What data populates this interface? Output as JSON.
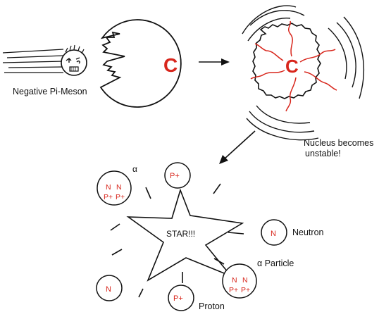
{
  "labels": {
    "meson": "Negative Pi-Meson",
    "nucleus_letter": "C",
    "unstable_line1": "Nucleus becomes",
    "unstable_line2": "unstable!",
    "star": "STAR!!!",
    "alpha_symbol": "α",
    "neutron": "Neutron",
    "alpha_particle": "α Particle",
    "proton": "Proton"
  },
  "particles": {
    "n": "N",
    "p": "P+"
  },
  "colors": {
    "ink": "#111111",
    "accent_red": "#d8261c",
    "background": "#ffffff"
  }
}
